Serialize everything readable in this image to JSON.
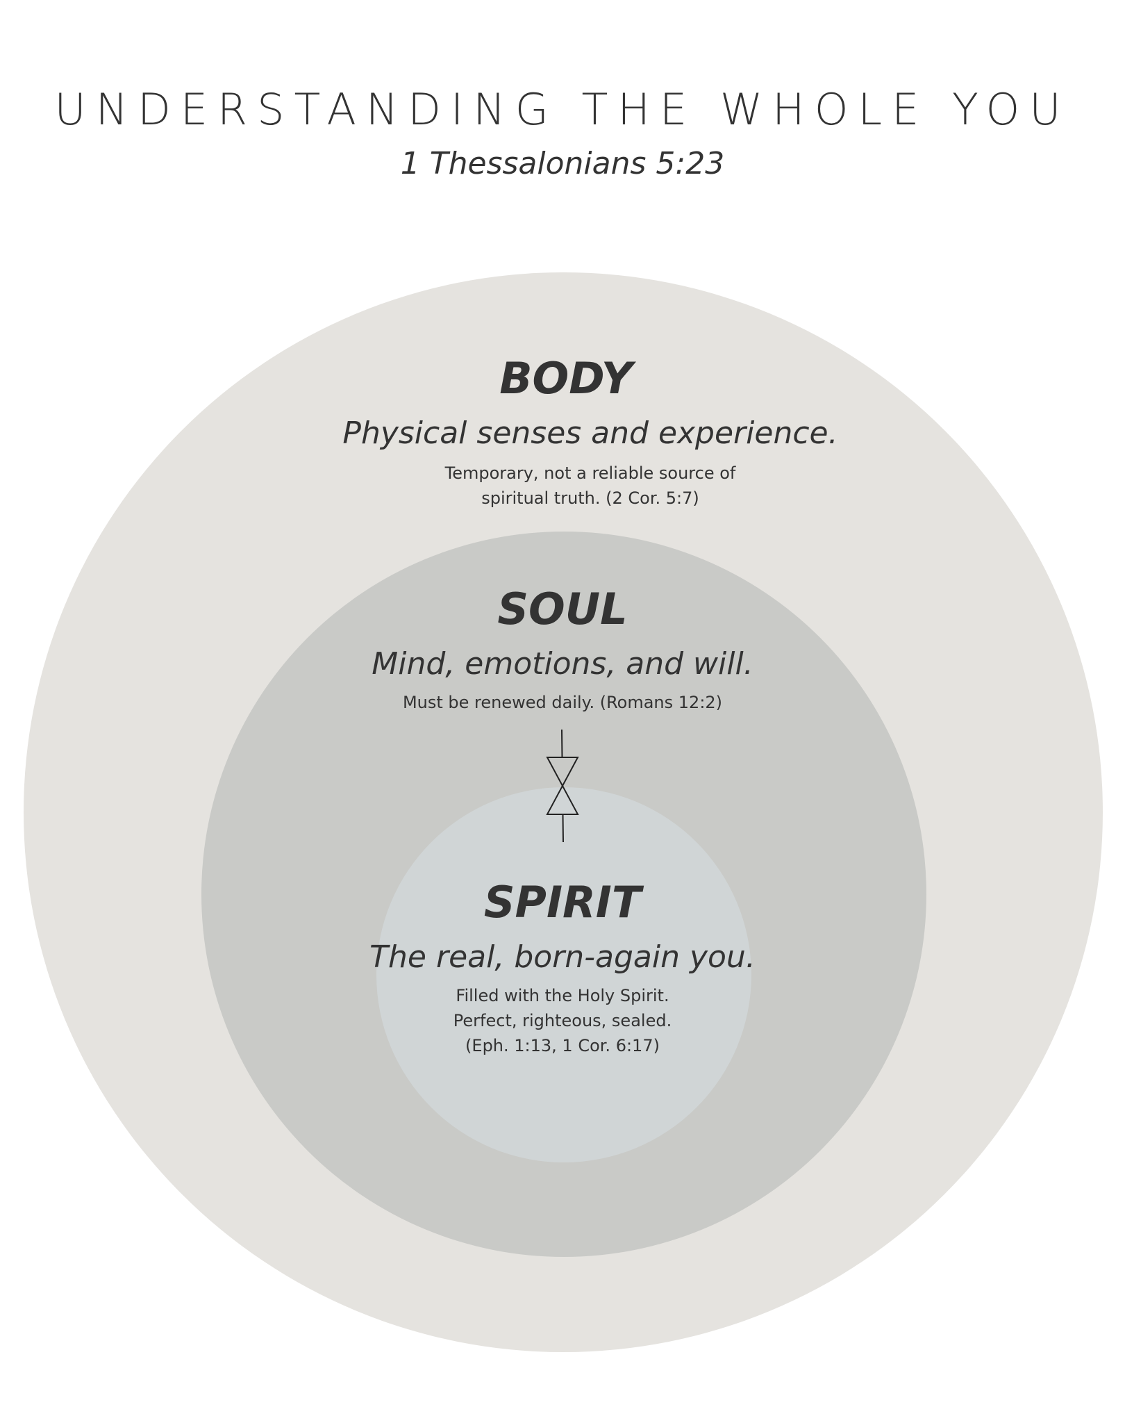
{
  "header": {
    "title": "UNDERSTANDING THE WHOLE YOU",
    "reference": "1 Thessalonians 5:23"
  },
  "body": {
    "heading": "BODY",
    "tagline": "Physical senses and experience.",
    "note_lines": [
      "Temporary, not a reliable source of",
      "spiritual truth. (2 Cor. 5:7)"
    ]
  },
  "soul": {
    "heading": "SOUL",
    "tagline": "Mind, emotions, and will.",
    "note_lines": [
      "Must be renewed daily. (Romans 12:2)"
    ]
  },
  "spirit": {
    "heading": "SPIRIT",
    "tagline": "The real, born-again you.",
    "note_lines": [
      "Filled with the Holy Spirit.",
      "Perfect, righteous, sealed.",
      "(Eph. 1:13, 1 Cor. 6:17)"
    ]
  },
  "colors": {
    "body_circle": "#e5e3df",
    "soul_circle": "#c9cac7",
    "spirit_circle": "#d0d5d6",
    "text": "#333333"
  },
  "icons": {
    "connector": "hourglass-connector-icon"
  }
}
